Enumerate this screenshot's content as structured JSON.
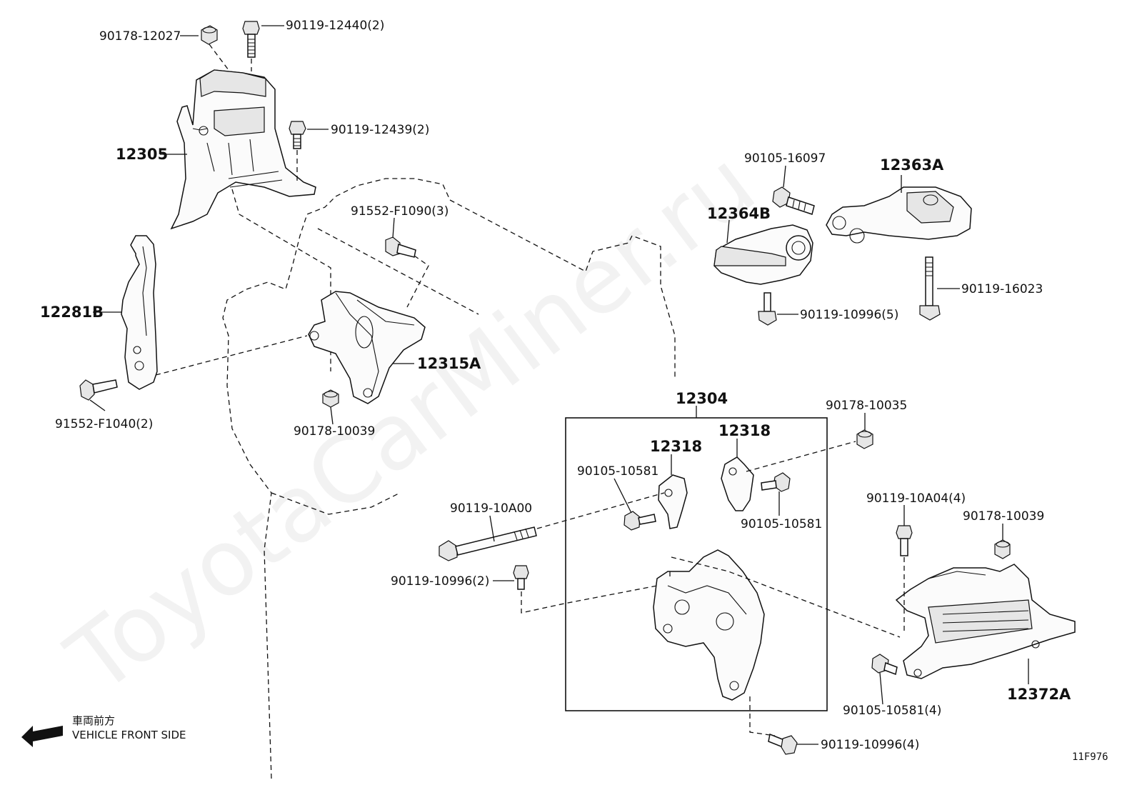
{
  "watermark": "ToyotaCarMiner.ru",
  "labels": {
    "p90178_12027": "90178-12027",
    "p90119_12440": "90119-12440(2)",
    "p90119_12439": "90119-12439(2)",
    "p12305": "12305",
    "p12281b": "12281B",
    "p91552_f1040": "91552-F1040(2)",
    "p91552_f1090": "91552-F1090(3)",
    "p12315a": "12315A",
    "p90178_10039a": "90178-10039",
    "p90105_16097": "90105-16097",
    "p12363a": "12363A",
    "p12364b": "12364B",
    "p90119_16023": "90119-16023",
    "p90119_10996_5": "90119-10996(5)",
    "p12304": "12304",
    "p90178_10035": "90178-10035",
    "p12318a": "12318",
    "p12318b": "12318",
    "p90105_10581a": "90105-10581",
    "p90105_10581b": "90105-10581",
    "p90119_10a00": "90119-10A00",
    "p90119_10996_2": "90119-10996(2)",
    "p90119_10a04": "90119-10A04(4)",
    "p90178_10039b": "90178-10039",
    "p90105_10581_4": "90105-10581(4)",
    "p12372a": "12372A",
    "p90119_10996_4": "90119-10996(4)"
  },
  "direction_note": {
    "japanese": "車両前方",
    "english": "VEHICLE FRONT SIDE"
  },
  "illustration_code": "11F976",
  "icons": {
    "direction": "front-arrow-icon"
  }
}
